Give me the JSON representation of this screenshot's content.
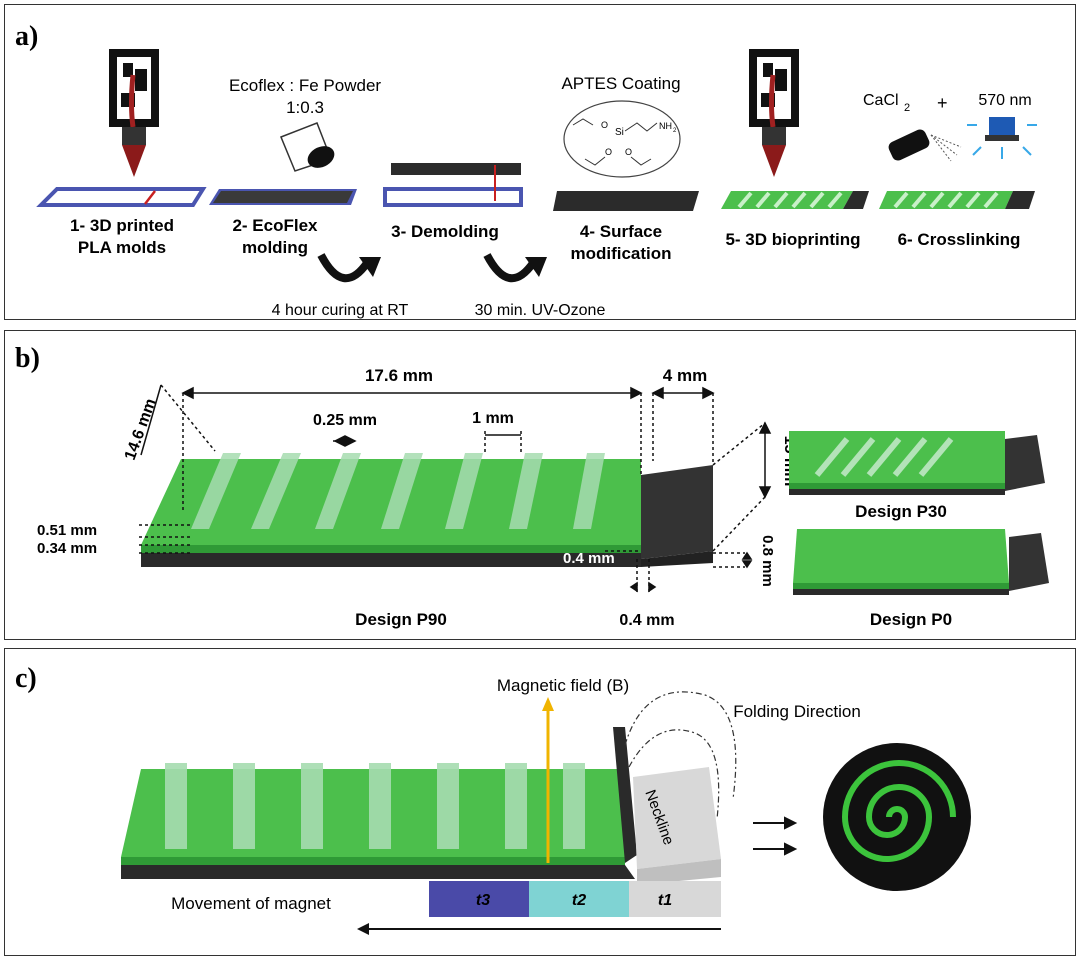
{
  "panel_a": {
    "label": "a)",
    "steps": [
      {
        "line1": "1- 3D printed",
        "line2": "PLA molds"
      },
      {
        "line1": "2- EcoFlex",
        "line2": "molding"
      },
      {
        "line1": "3- Demolding",
        "line2": ""
      },
      {
        "line1": "4- Surface",
        "line2": "modification"
      },
      {
        "line1": "5- 3D bioprinting",
        "line2": ""
      },
      {
        "line1": "6- Crosslinking",
        "line2": ""
      }
    ],
    "ecoflex_ratio_title": "Ecoflex : Fe Powder",
    "ecoflex_ratio_value": "1:0.3",
    "aptes_title": "APTES Coating",
    "cacl2": "CaCl",
    "cacl2_sub": "2",
    "plus": "+",
    "wavelength": "570 nm",
    "curing": "4 hour curing at RT",
    "uv": "30 min. UV-Ozone",
    "nh2": "NH",
    "nh2_sub": "2",
    "si": "Si",
    "o": "O"
  },
  "panel_b": {
    "label": "b)",
    "dims": {
      "length": "17.6 mm",
      "tab": "4 mm",
      "width": "14.6 mm",
      "gap": "0.25 mm",
      "strip": "1 mm",
      "t051": "0.51 mm",
      "t034": "0.34 mm",
      "tab_w": "15 mm",
      "t04a": "0.4 mm",
      "t08": "0.8 mm",
      "t04b": "0.4 mm"
    },
    "design_main": "Design P90",
    "design_p30": "Design P30",
    "design_p0": "Design P0"
  },
  "panel_c": {
    "label": "c)",
    "field": "Magnetic field (B)",
    "folding": "Folding Direction",
    "neckline": "Neckline",
    "movement": "Movement of magnet",
    "t3": "t3",
    "t2": "t2",
    "t1": "t1"
  },
  "colors": {
    "green": "#4cbf4c",
    "dark_green": "#2f9a36",
    "black_layer": "#2a2a2a",
    "blue_frame": "#4a55b0",
    "arrow_yellow": "#f0b400",
    "t3_color": "#4a4aa8",
    "t2_color": "#7fd3d3",
    "t1_color": "#d8d8d8"
  }
}
